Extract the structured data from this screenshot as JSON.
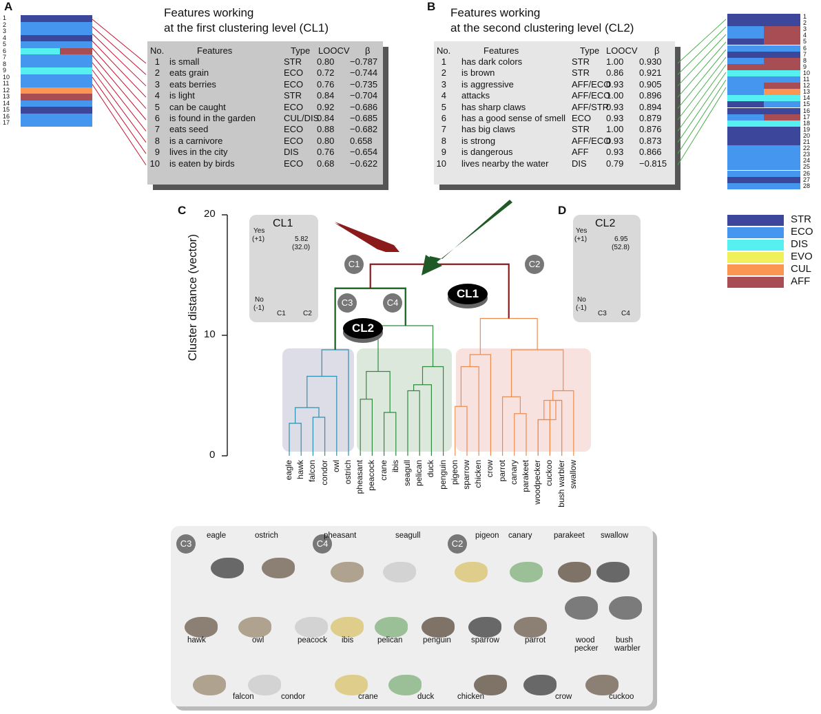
{
  "panels": {
    "a": "A",
    "b": "B",
    "c": "C",
    "d": "D"
  },
  "cl1_table": {
    "title_line1": "Features working",
    "title_line2": "at the first clustering level (CL1)",
    "headers": {
      "no": "No.",
      "feature": "Features",
      "type": "Type",
      "loocv": "LOOCV",
      "beta": "β"
    },
    "rows": [
      {
        "no": "1",
        "feature": "is small",
        "type": "STR",
        "loocv": "0.80",
        "beta": "−0.787"
      },
      {
        "no": "2",
        "feature": "eats grain",
        "type": "ECO",
        "loocv": "0.72",
        "beta": "−0.744"
      },
      {
        "no": "3",
        "feature": "eats berries",
        "type": "ECO",
        "loocv": "0.76",
        "beta": "−0.735"
      },
      {
        "no": "4",
        "feature": "is light",
        "type": "STR",
        "loocv": "0.84",
        "beta": "−0.704"
      },
      {
        "no": "5",
        "feature": "can be caught",
        "type": "ECO",
        "loocv": "0.92",
        "beta": "−0.686"
      },
      {
        "no": "6",
        "feature": "is found in the garden",
        "type": "CUL/DIS",
        "loocv": "0.84",
        "beta": "−0.685"
      },
      {
        "no": "7",
        "feature": "eats seed",
        "type": "ECO",
        "loocv": "0.88",
        "beta": "−0.682"
      },
      {
        "no": "8",
        "feature": "is a carnivore",
        "type": "ECO",
        "loocv": "0.80",
        "beta": "0.658"
      },
      {
        "no": "9",
        "feature": "lives in the city",
        "type": "DIS",
        "loocv": "0.76",
        "beta": "−0.654"
      },
      {
        "no": "10",
        "feature": "is eaten by birds",
        "type": "ECO",
        "loocv": "0.68",
        "beta": "−0.622"
      }
    ]
  },
  "cl2_table": {
    "title_line1": "Features working",
    "title_line2": "at the second clustering level (CL2)",
    "headers": {
      "no": "No.",
      "feature": "Features",
      "type": "Type",
      "loocv": "LOOCV",
      "beta": "β"
    },
    "rows": [
      {
        "no": "1",
        "feature": "has dark colors",
        "type": "STR",
        "loocv": "1.00",
        "beta": "0.930"
      },
      {
        "no": "2",
        "feature": "is brown",
        "type": "STR",
        "loocv": "0.86",
        "beta": "0.921"
      },
      {
        "no": "3",
        "feature": "is aggressive",
        "type": "AFF/ECO",
        "loocv": "0.93",
        "beta": "0.905"
      },
      {
        "no": "4",
        "feature": "attacks",
        "type": "AFF/ECO",
        "loocv": "1.00",
        "beta": "0.896"
      },
      {
        "no": "5",
        "feature": "has sharp claws",
        "type": "AFF/STR",
        "loocv": "0.93",
        "beta": "0.894"
      },
      {
        "no": "6",
        "feature": "has a good sense of smell",
        "type": "ECO",
        "loocv": "0.93",
        "beta": "0.879"
      },
      {
        "no": "7",
        "feature": "has big claws",
        "type": "STR",
        "loocv": "1.00",
        "beta": "0.876"
      },
      {
        "no": "8",
        "feature": "is strong",
        "type": "AFF/ECO",
        "loocv": "0.93",
        "beta": "0.873"
      },
      {
        "no": "9",
        "feature": "is dangerous",
        "type": "AFF",
        "loocv": "0.93",
        "beta": "0.866"
      },
      {
        "no": "10",
        "feature": "lives nearby the water",
        "type": "DIS",
        "loocv": "0.79",
        "beta": "−0.815"
      }
    ]
  },
  "legend": [
    {
      "label": "STR",
      "color": "#3c479b"
    },
    {
      "label": "ECO",
      "color": "#4596ee"
    },
    {
      "label": "DIS",
      "color": "#56f0f0"
    },
    {
      "label": "EVO",
      "color": "#f0f05a"
    },
    {
      "label": "CUL",
      "color": "#fb9552"
    },
    {
      "label": "AFF",
      "color": "#a94d55"
    }
  ],
  "strip_a": {
    "numbers": [
      "1",
      "2",
      "3",
      "4",
      "5",
      "6",
      "7",
      "8",
      "9",
      "10",
      "11",
      "12",
      "13",
      "14",
      "15",
      "16",
      "17"
    ],
    "colors": [
      "STR",
      "ECO",
      "ECO",
      "STR",
      "ECO",
      "DIS/AFF",
      "ECO",
      "ECO",
      "DIS",
      "ECO",
      "ECO",
      "CUL",
      "AFF",
      "ECO",
      "STR",
      "ECO",
      "ECO"
    ]
  },
  "strip_b": {
    "numbers": [
      "1",
      "2",
      "3",
      "4",
      "5",
      "6",
      "7",
      "8",
      "9",
      "10",
      "11",
      "12",
      "13",
      "14",
      "15",
      "16",
      "17",
      "18",
      "19",
      "20",
      "21",
      "22",
      "23",
      "24",
      "25",
      "26",
      "27",
      "28"
    ],
    "colors": [
      "STR",
      "STR",
      "ECO/AFF",
      "ECO/AFF",
      "STR/AFF",
      "ECO",
      "STR",
      "ECO/AFF",
      "AFF",
      "DIS",
      "ECO",
      "ECO/AFF",
      "ECO/CUL",
      "DIS",
      "STR/ECO",
      "STR",
      "ECO/AFF",
      "DIS",
      "STR",
      "STR",
      "STR",
      "ECO",
      "ECO",
      "ECO",
      "ECO",
      "ECO",
      "STR",
      "ECO"
    ]
  },
  "dendrogram": {
    "axis_label": "Cluster distance (vector)",
    "ticks": [
      "0",
      "10",
      "20"
    ],
    "cluster_labels": {
      "c1": "C1",
      "c2": "C2",
      "c3": "C3",
      "c4": "C4"
    },
    "level_labels": {
      "cl1": "CL1",
      "cl2": "CL2"
    },
    "leaves_c3": [
      "eagle",
      "hawk",
      "falcon",
      "condor",
      "owl",
      "ostrich"
    ],
    "leaves_c4": [
      "pheasant",
      "peacock",
      "crane",
      "ibis",
      "seagull",
      "pelican",
      "duck",
      "penguin"
    ],
    "leaves_c2": [
      "pigeon",
      "sparrow",
      "chicken",
      "crow",
      "parrot",
      "canary",
      "parakeet",
      "woodpecker",
      "cuckoo",
      "bush warbler",
      "swallow"
    ],
    "colors": {
      "c3": "#2f8fb0",
      "c4": "#2e8b3c",
      "c2": "#f08a4b",
      "top": "#8b1a1a",
      "cl2_branch": "#1f6d26"
    }
  },
  "inset_cl1": {
    "title": "CL1",
    "yes": "Yes",
    "yes_val": "(+1)",
    "no": "No",
    "no_val": "(-1)",
    "stat1": "5.82",
    "stat2": "(32.0)",
    "x1": "C1",
    "x2": "C2"
  },
  "inset_cl2": {
    "title": "CL2",
    "yes": "Yes",
    "yes_val": "(+1)",
    "no": "No",
    "no_val": "(-1)",
    "stat1": "6.95",
    "stat2": "(52.8)",
    "x1": "C3",
    "x2": "C4"
  },
  "photos": {
    "groups": {
      "c3": "C3",
      "c4": "C4",
      "c2": "C2"
    },
    "names": {
      "eagle": "eagle",
      "ostrich": "ostrich",
      "pheasant": "pheasant",
      "seagull": "seagull",
      "pigeon": "pigeon",
      "canary": "canary",
      "parakeet": "parakeet",
      "swallow": "swallow",
      "hawk": "hawk",
      "owl": "owl",
      "peacock": "peacock",
      "ibis": "ibis",
      "pelican": "pelican",
      "penguin": "penguin",
      "sparrow": "sparrow",
      "parrot": "parrot",
      "woodpecker1": "wood",
      "woodpecker2": "pecker",
      "bushwarbler1": "bush",
      "bushwarbler2": "warbler",
      "falcon": "falcon",
      "condor": "condor",
      "crane": "crane",
      "duck": "duck",
      "chicken": "chicken",
      "crow": "crow",
      "cuckoo": "cuckoo"
    }
  }
}
